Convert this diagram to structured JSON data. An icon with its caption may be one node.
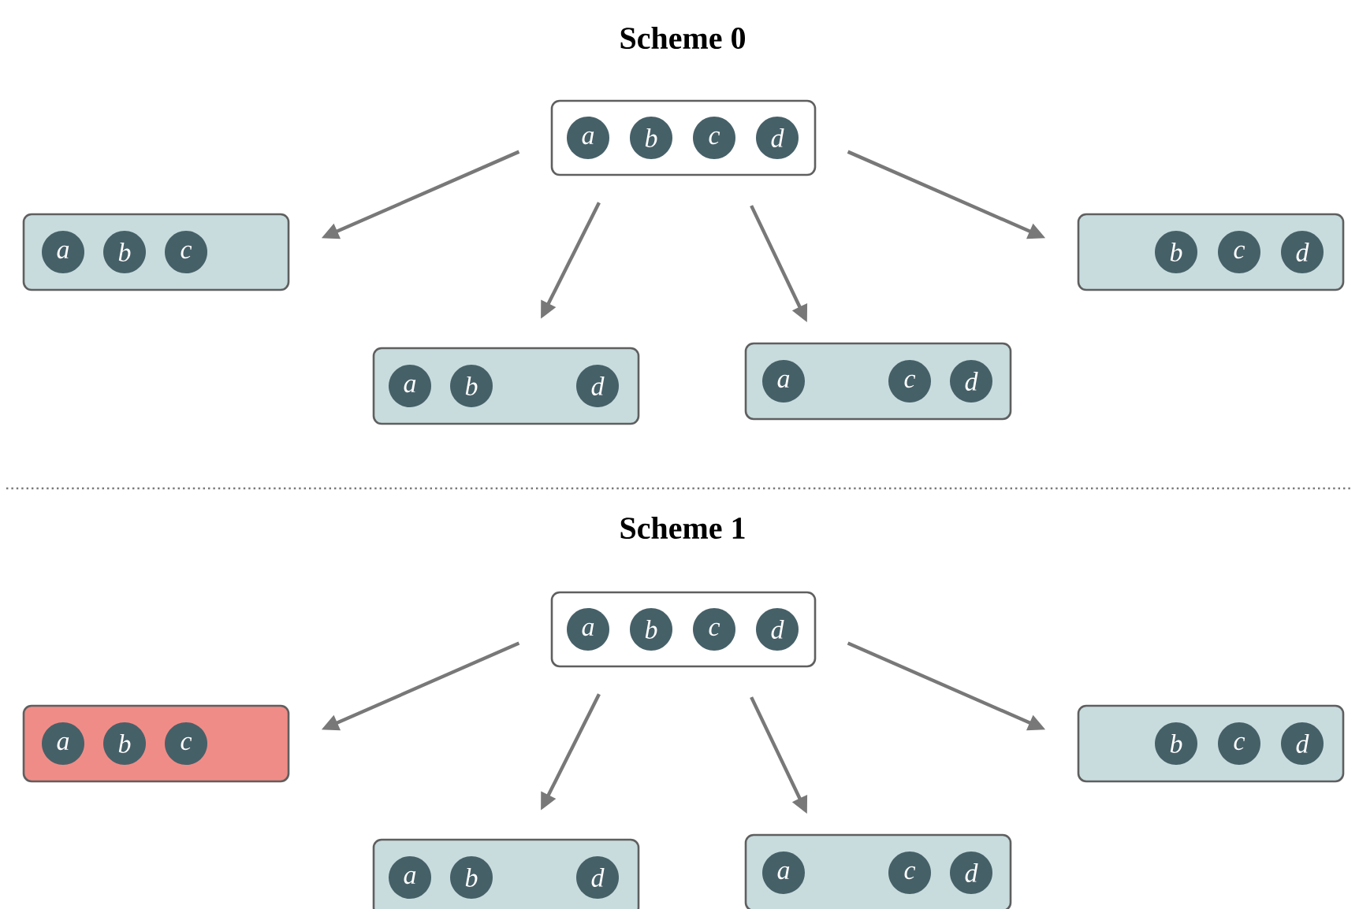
{
  "diagram": {
    "nodes": [
      {
        "text": [],
        "shape": "box"
      },
      {
        "text": [
          "a"
        ],
        "in": 0
      },
      {
        "text": [
          "b"
        ],
        "in": 0
      },
      {
        "text": [
          "c"
        ],
        "in": 0
      },
      {
        "text": [
          "d"
        ],
        "in": 0
      },
      {
        "text": [],
        "shape": "box"
      },
      {
        "text": [
          "a"
        ],
        "in": 5
      },
      {
        "text": [
          "b"
        ],
        "in": 5
      },
      {
        "text": [
          "c"
        ],
        "in": 5
      },
      {
        "text": [],
        "shape": "box"
      },
      {
        "text": [
          "a"
        ],
        "in": 9
      },
      {
        "text": [
          "b"
        ],
        "in": 9
      },
      {
        "text": [
          "d"
        ],
        "in": 9
      },
      {
        "text": [],
        "shape": "box"
      },
      {
        "text": [
          "a"
        ],
        "in": 13
      },
      {
        "text": [
          "c"
        ],
        "in": 13
      },
      {
        "text": [
          "d"
        ],
        "in": 13
      },
      {
        "text": [],
        "shape": "box"
      },
      {
        "text": [
          "b"
        ],
        "in": 17
      },
      {
        "text": [
          "c"
        ],
        "in": 17
      },
      {
        "text": [
          "d"
        ],
        "in": 17
      },
      {
        "text": [],
        "shape": "box"
      },
      {
        "text": [
          "a"
        ],
        "in": 21
      },
      {
        "text": [
          "b"
        ],
        "in": 21
      },
      {
        "text": [
          "c"
        ],
        "in": 21
      },
      {
        "text": [
          "d"
        ],
        "in": 21
      },
      {
        "text": [],
        "shape": "box"
      },
      {
        "text": [
          "a"
        ],
        "in": 26
      },
      {
        "text": [
          "b"
        ],
        "in": 26
      },
      {
        "text": [
          "c"
        ],
        "in": 26
      },
      {
        "text": [],
        "shape": "box"
      },
      {
        "text": [
          "a"
        ],
        "in": 30
      },
      {
        "text": [
          "b"
        ],
        "in": 30
      },
      {
        "text": [
          "d"
        ],
        "in": 30
      },
      {
        "text": [],
        "shape": "box"
      },
      {
        "text": [
          "a"
        ],
        "in": 34
      },
      {
        "text": [
          "c"
        ],
        "in": 34
      },
      {
        "text": [
          "d"
        ],
        "in": 34
      },
      {
        "text": [],
        "shape": "box"
      },
      {
        "text": [
          "b"
        ],
        "in": 38
      },
      {
        "text": [
          "c"
        ],
        "in": 38
      },
      {
        "text": [
          "d"
        ],
        "in": 38
      }
    ],
    "edges": [
      {
        "from": 0,
        "to": 5,
        "arrow": "to"
      },
      {
        "from": 0,
        "to": 9,
        "arrow": "to"
      },
      {
        "from": 0,
        "to": 13,
        "arrow": "to"
      },
      {
        "from": 0,
        "to": 17,
        "arrow": "to"
      },
      {
        "from": 21,
        "to": 26,
        "arrow": "to"
      },
      {
        "from": 21,
        "to": 30,
        "arrow": "to"
      },
      {
        "from": 21,
        "to": 34,
        "arrow": "to"
      },
      {
        "from": 21,
        "to": 38,
        "arrow": "to"
      }
    ],
    "labels": [
      "Scheme 0",
      "Scheme 1"
    ]
  }
}
